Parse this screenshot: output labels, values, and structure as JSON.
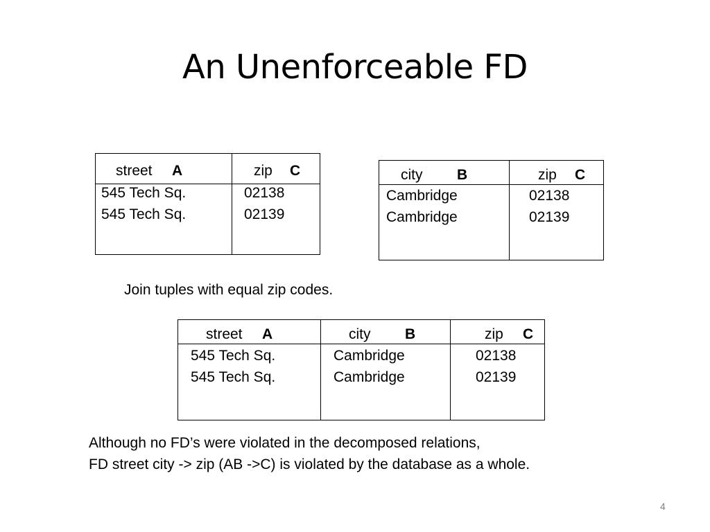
{
  "title": "An Unenforceable FD",
  "table1": {
    "columns": [
      {
        "name": "street",
        "letter": "A"
      },
      {
        "name": "zip",
        "letter": "C"
      }
    ],
    "rows": [
      [
        "545 Tech Sq.",
        "02138"
      ],
      [
        "545 Tech Sq.",
        "02139"
      ]
    ]
  },
  "table2": {
    "columns": [
      {
        "name": "city",
        "letter": "B"
      },
      {
        "name": "zip",
        "letter": "C"
      }
    ],
    "rows": [
      [
        "Cambridge",
        "02138"
      ],
      [
        "Cambridge",
        "02139"
      ]
    ]
  },
  "join_caption": "Join tuples with equal zip codes.",
  "table3": {
    "columns": [
      {
        "name": "street",
        "letter": "A"
      },
      {
        "name": "city",
        "letter": "B"
      },
      {
        "name": "zip",
        "letter": "C"
      }
    ],
    "rows": [
      [
        "545 Tech Sq.",
        "Cambridge",
        "02138"
      ],
      [
        "545 Tech Sq.",
        "Cambridge",
        "02139"
      ]
    ]
  },
  "note_line1": "Although no FD’s were violated in the decomposed relations,",
  "note_line2": "FD street city -> zip  (AB ->C) is violated by the database as a whole.",
  "page_number": "4"
}
